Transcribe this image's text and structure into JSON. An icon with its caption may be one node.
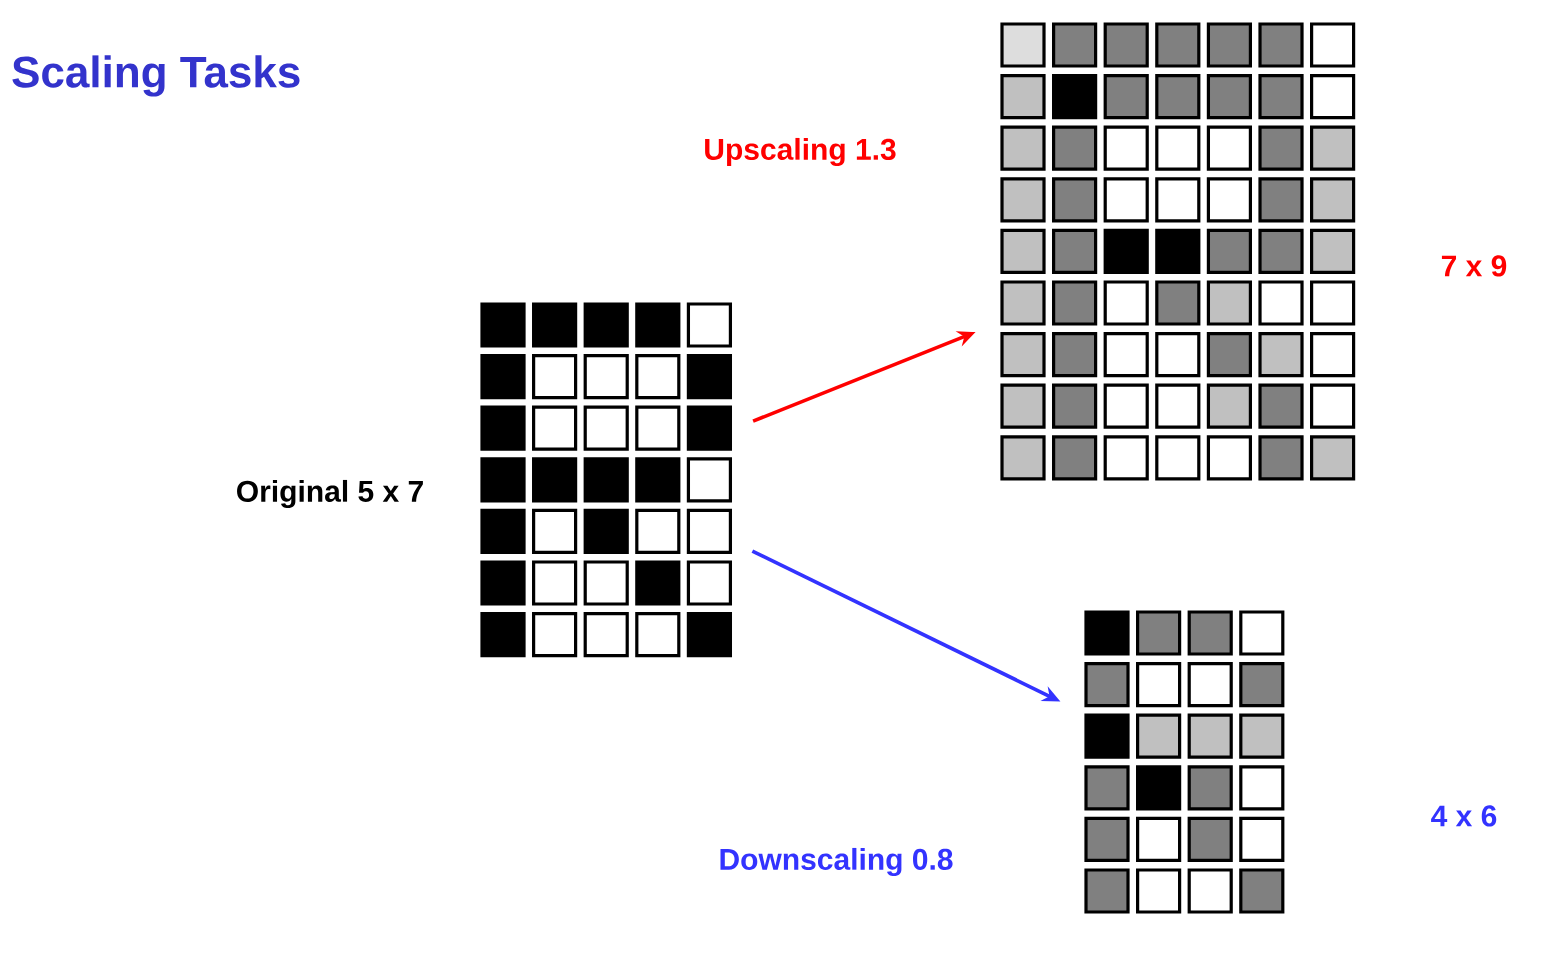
{
  "diagram": {
    "title": "Scaling  Tasks",
    "nodes": [
      {
        "text": [],
        "shape": "picture",
        "beside": [
          "Original 5 x 7"
        ]
      },
      {
        "text": [],
        "shape": "picture",
        "beside": [
          "7 x 9"
        ]
      },
      {
        "text": [],
        "shape": "picture"
      }
    ],
    "edges": [
      {
        "from": 0,
        "to": 1,
        "arrow": "to",
        "color": "#ff0000"
      },
      {
        "from": 0,
        "to": 2,
        "arrow": "to",
        "color": "#3333ff"
      }
    ],
    "labels": [
      "Upscaling 1.3",
      "Downscaling 0.8",
      "4 x 6"
    ]
  }
}
